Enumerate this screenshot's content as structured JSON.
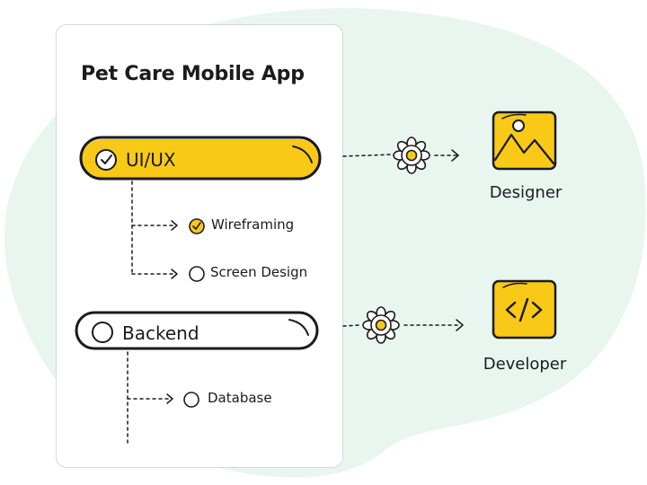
{
  "title": "Pet Care Mobile App",
  "tasks": [
    {
      "label": "UI/UX",
      "done": true,
      "subtasks": [
        {
          "label": "Wireframing",
          "done": true
        },
        {
          "label": "Screen Design",
          "done": false
        }
      ]
    },
    {
      "label": "Backend",
      "done": false,
      "subtasks": [
        {
          "label": "Database",
          "done": false
        }
      ]
    }
  ],
  "roles": [
    {
      "label": "Designer",
      "icon": "image-icon"
    },
    {
      "label": "Developer",
      "icon": "code-icon"
    }
  ],
  "colors": {
    "accent": "#f9c918",
    "ink": "#1b1b1f",
    "blob": "#e8f6ef",
    "card_border": "#d6d8dc"
  }
}
